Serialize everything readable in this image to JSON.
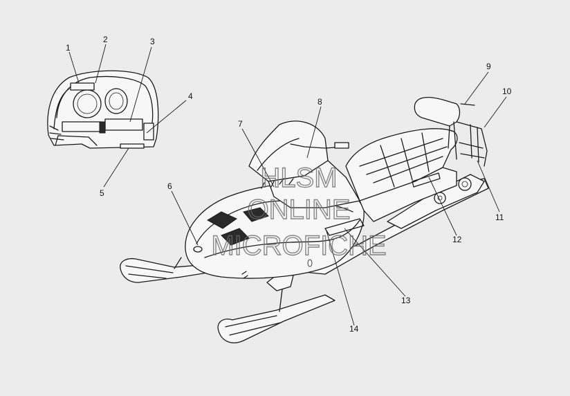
{
  "diagram": {
    "callouts": [
      "1",
      "2",
      "3",
      "4",
      "5",
      "6",
      "7",
      "8",
      "9",
      "10",
      "11",
      "12",
      "13",
      "14"
    ]
  },
  "watermark": {
    "line1": "HLSM",
    "line2": "ONLINE",
    "line3": "MICROFICHE"
  }
}
